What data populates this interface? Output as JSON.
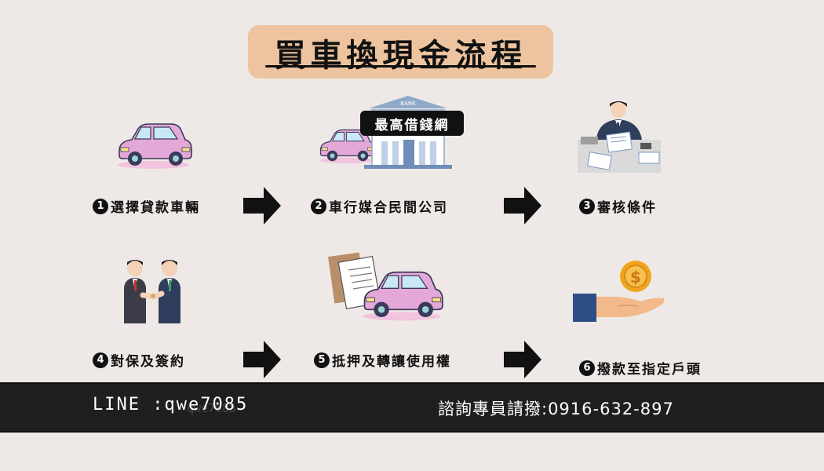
{
  "title": "買車換現金流程",
  "badge": "最高借錢網",
  "bank_sign": "BANK",
  "steps": [
    {
      "num": "1",
      "label": "選擇貸款車輛",
      "icon": "pink-car-icon"
    },
    {
      "num": "2",
      "label": "車行媒合民間公司",
      "icon": "car-bank-icon"
    },
    {
      "num": "3",
      "label": "審核條件",
      "icon": "reviewer-desk-icon"
    },
    {
      "num": "4",
      "label": "對保及簽約",
      "icon": "handshake-icon"
    },
    {
      "num": "5",
      "label": "抵押及轉讓使用權",
      "icon": "car-documents-icon"
    },
    {
      "num": "6",
      "label": "撥款至指定戶頭",
      "icon": "coin-hand-icon"
    }
  ],
  "footer": {
    "line_id": "LINE :qwe7085",
    "line_ghost": "qwe7085",
    "phone": "諮詢專員請撥:0916-632-897"
  },
  "colors": {
    "background": "#EEE9E6",
    "title_box": "#EDC49F",
    "footer": "#1F1F1F",
    "car_body": "#E4A8D8",
    "suit": "#2F3E5C",
    "coin": "#F0A51F"
  }
}
